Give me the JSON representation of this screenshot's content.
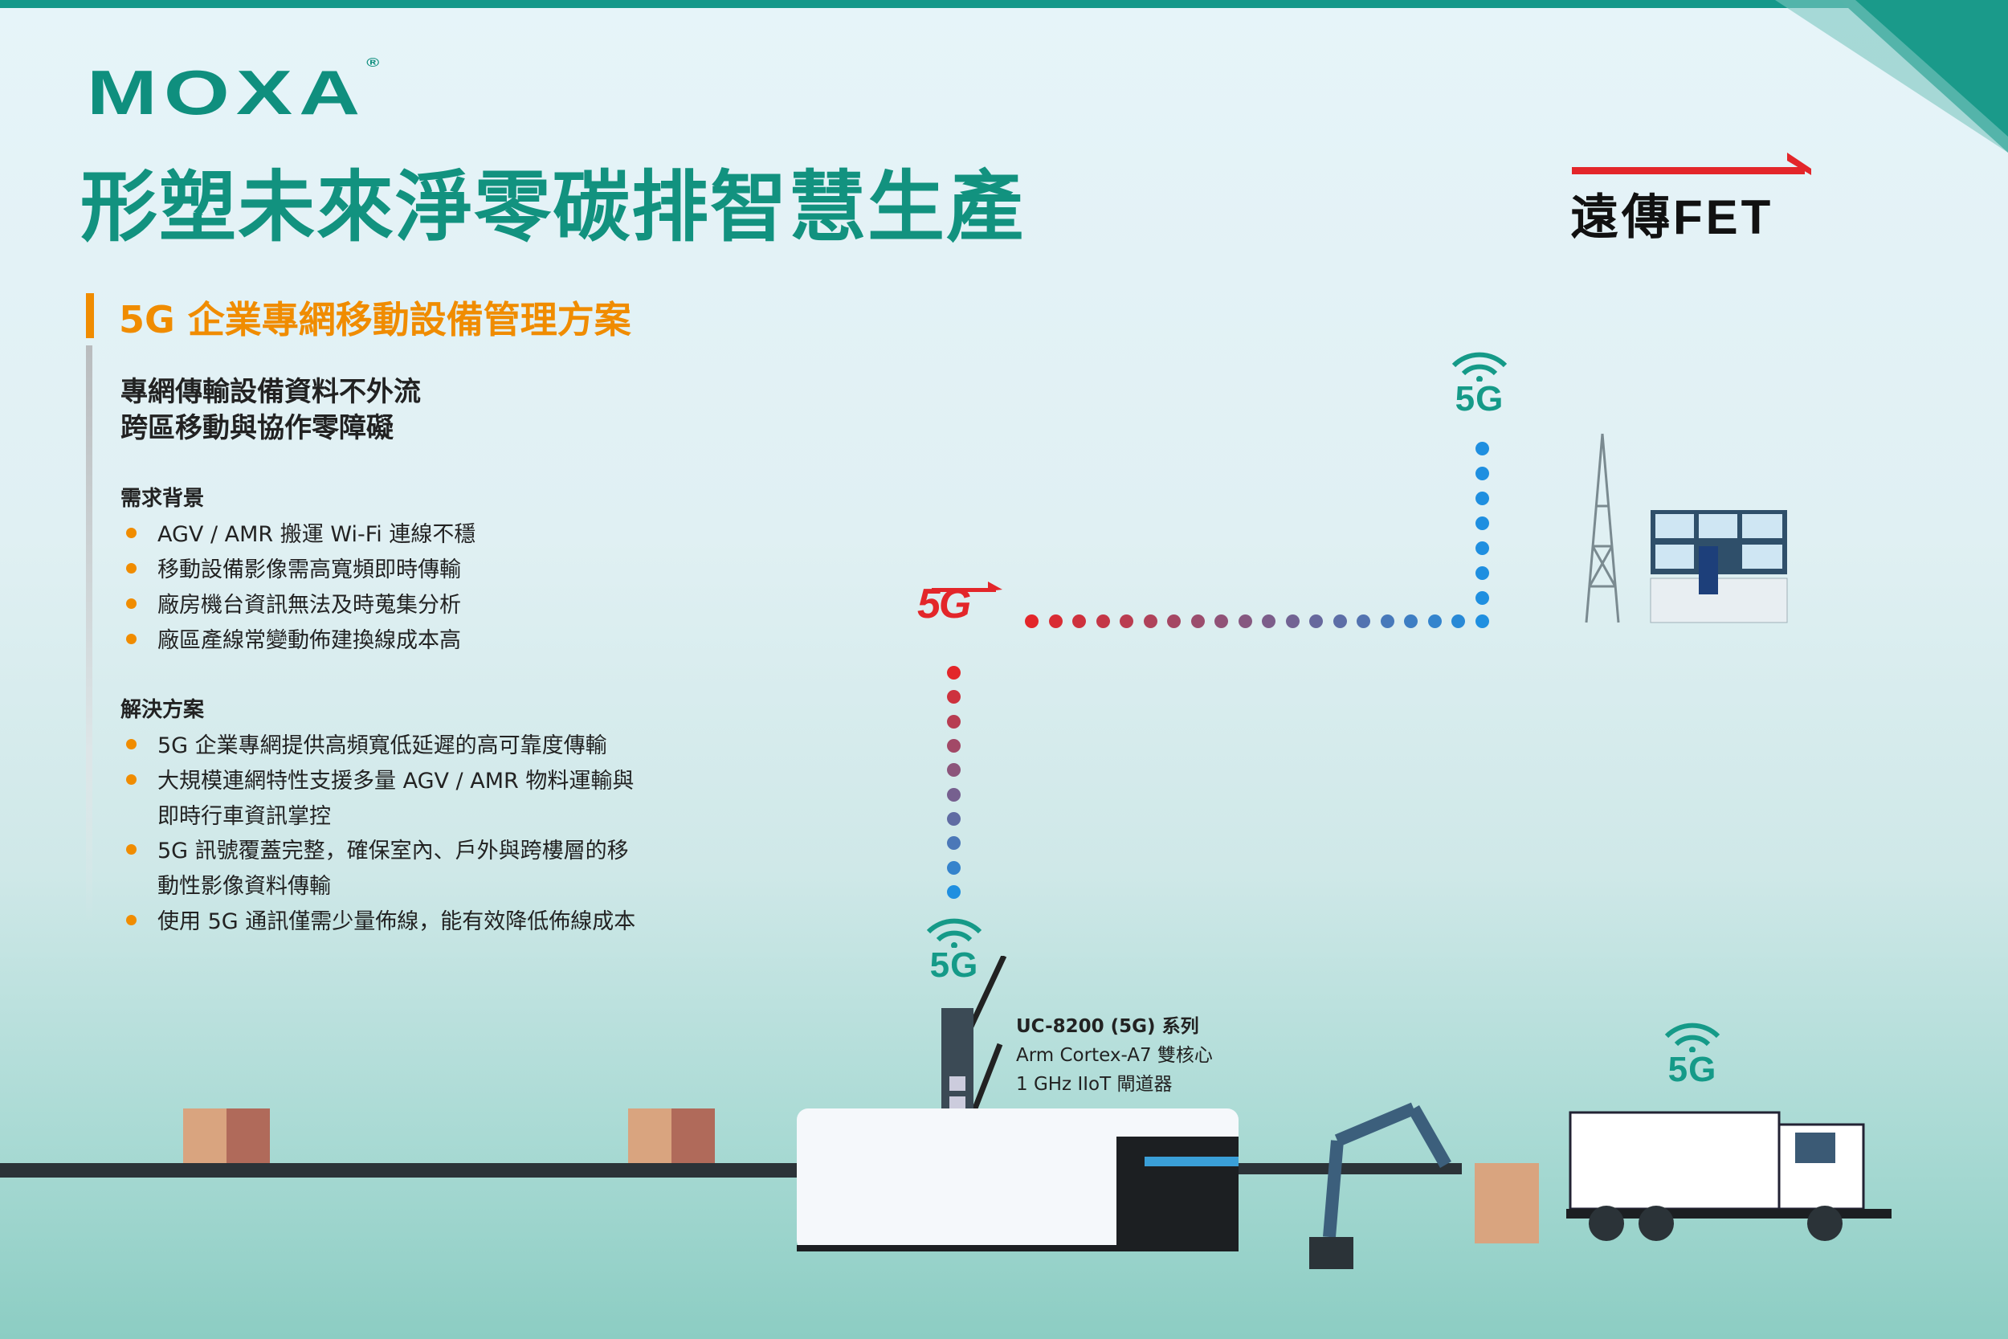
{
  "brand": {
    "logo_text": "MOXA",
    "registered": "®"
  },
  "title": "形塑未來淨零碳排智慧生產",
  "partner": {
    "logo_cn": "遠傳",
    "logo_en": "FET"
  },
  "section": {
    "heading": "5G 企業專網移動設備管理方案",
    "subheading": [
      "專網傳輸設備資料不外流",
      "跨區移動與協作零障礙"
    ],
    "needs": {
      "title": "需求背景",
      "items": [
        "AGV / AMR 搬運 Wi-Fi 連線不穩",
        "移動設備影像需高寬頻即時傳輸",
        "廠房機台資訊無法及時蒐集分析",
        "廠區產線常變動佈建換線成本高"
      ]
    },
    "solutions": {
      "title": "解決方案",
      "items": [
        [
          "5G 企業專網提供高頻寬低延遲的高可靠度傳輸"
        ],
        [
          "大規模連網特性支援多量 AGV / AMR 物料運輸與",
          "即時行車資訊掌控"
        ],
        [
          "5G 訊號覆蓋完整，確保室內、戶外與跨樓層的移",
          "動性影像資料傳輸"
        ],
        [
          "使用 5G 通訊僅需少量佈線，能有效降低佈線成本"
        ]
      ]
    }
  },
  "diagram": {
    "signal_label": "5G",
    "core_label": "5G",
    "device": {
      "model": "UC-8200 (5G) 系列",
      "cpu": "Arm Cortex-A7 雙核心",
      "desc": "1 GHz IIoT 閘道器"
    }
  },
  "colors": {
    "teal": "#12927f",
    "orange": "#f08c00",
    "red": "#e3262a",
    "blue": "#1f8fe0"
  }
}
